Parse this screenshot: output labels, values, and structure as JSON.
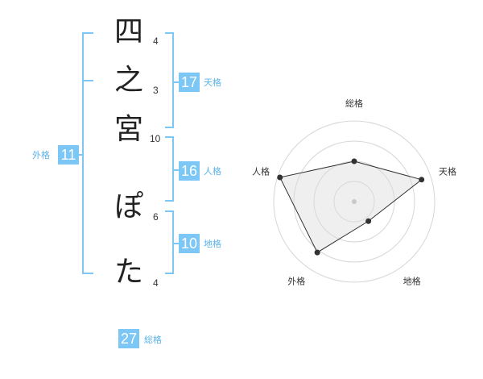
{
  "name_chars": [
    {
      "char": "四",
      "strokes": "4"
    },
    {
      "char": "之",
      "strokes": "3"
    },
    {
      "char": "宮",
      "strokes": "10"
    },
    {
      "char": "",
      "strokes": ""
    },
    {
      "char": "ぽ",
      "strokes": "6"
    },
    {
      "char": "た",
      "strokes": "4"
    }
  ],
  "kakusu": {
    "tenkaku": {
      "value": "17",
      "label": "天格"
    },
    "jinkaku": {
      "value": "16",
      "label": "人格"
    },
    "chikaku": {
      "value": "10",
      "label": "地格"
    },
    "gaikaku": {
      "value": "11",
      "label": "外格"
    },
    "soukaku": {
      "value": "27",
      "label": "総格"
    }
  },
  "colors": {
    "accent": "#7cc7f5",
    "bracket": "#7cc7f5",
    "radar_fill": "#f2f2f2",
    "ring": "#d6d6d6"
  },
  "chart_data": {
    "type": "radar",
    "axes": [
      "総格",
      "天格",
      "地格",
      "外格",
      "人格"
    ],
    "values": [
      0.5,
      0.88,
      0.3,
      0.78,
      0.97
    ],
    "range": [
      0,
      1
    ],
    "rings": 4
  }
}
